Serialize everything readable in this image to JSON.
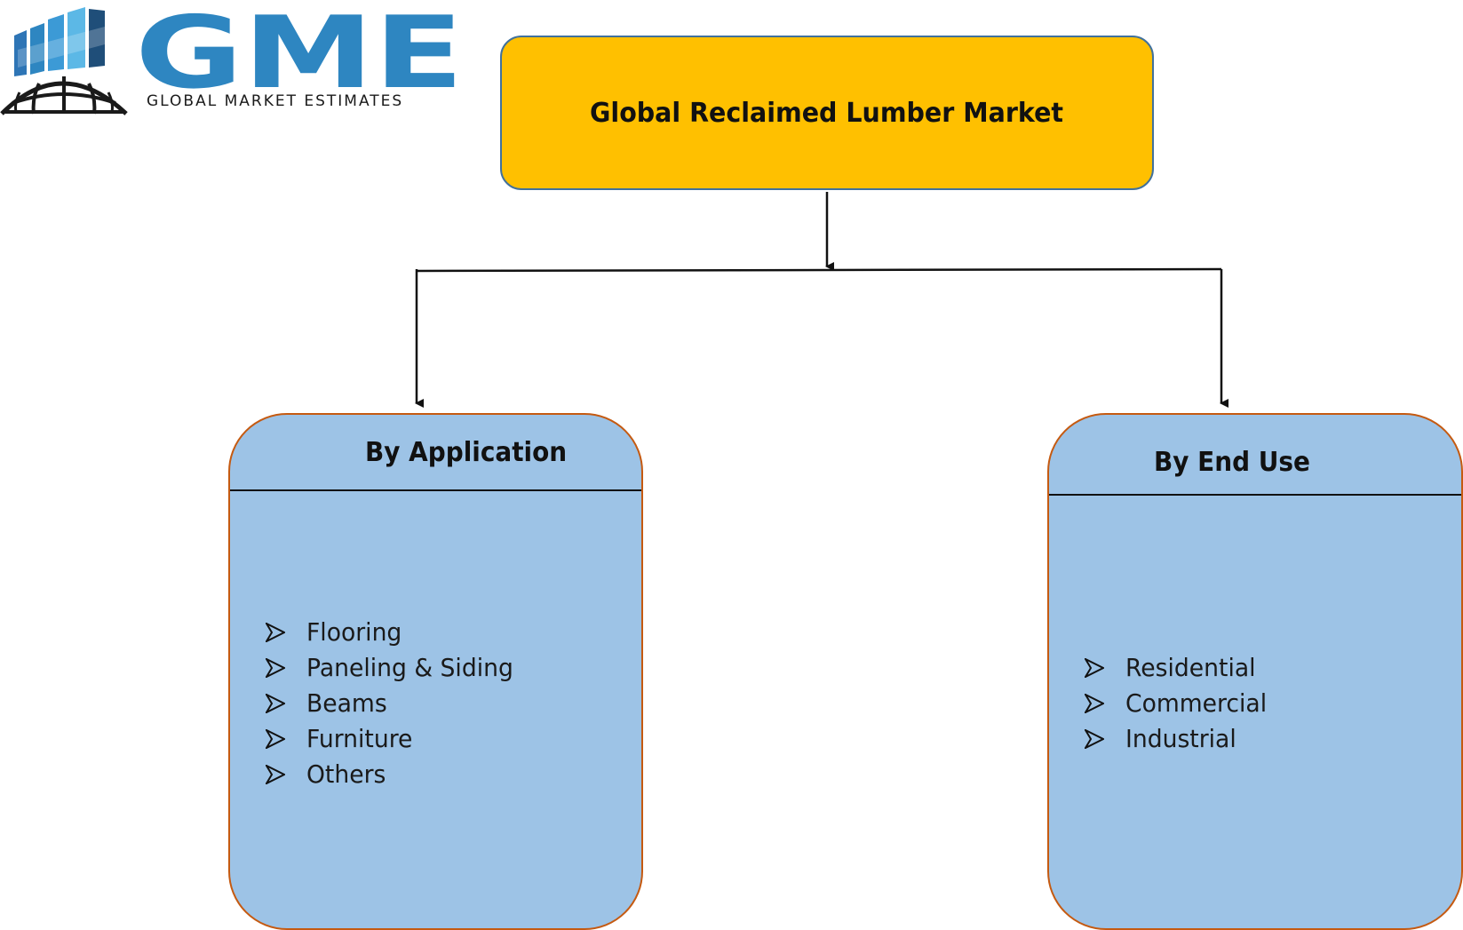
{
  "logo": {
    "mark": "GME",
    "tagline": "GLOBAL MARKET ESTIMATES",
    "icon": "globe-with-bars-icon"
  },
  "diagram": {
    "root": "Global Reclaimed Lumber Market",
    "categories": [
      {
        "title": "By Application",
        "items": [
          "Flooring",
          "Paneling & Siding",
          "Beams",
          "Furniture",
          "Others"
        ]
      },
      {
        "title": "By End Use",
        "items": [
          "Residential",
          "Commercial",
          "Industrial"
        ]
      }
    ]
  },
  "colors": {
    "root_fill": "#ffc000",
    "root_border": "#41719c",
    "category_fill": "#9dc3e6",
    "category_border": "#c55a11",
    "logo_blue": "#2e86c1"
  }
}
